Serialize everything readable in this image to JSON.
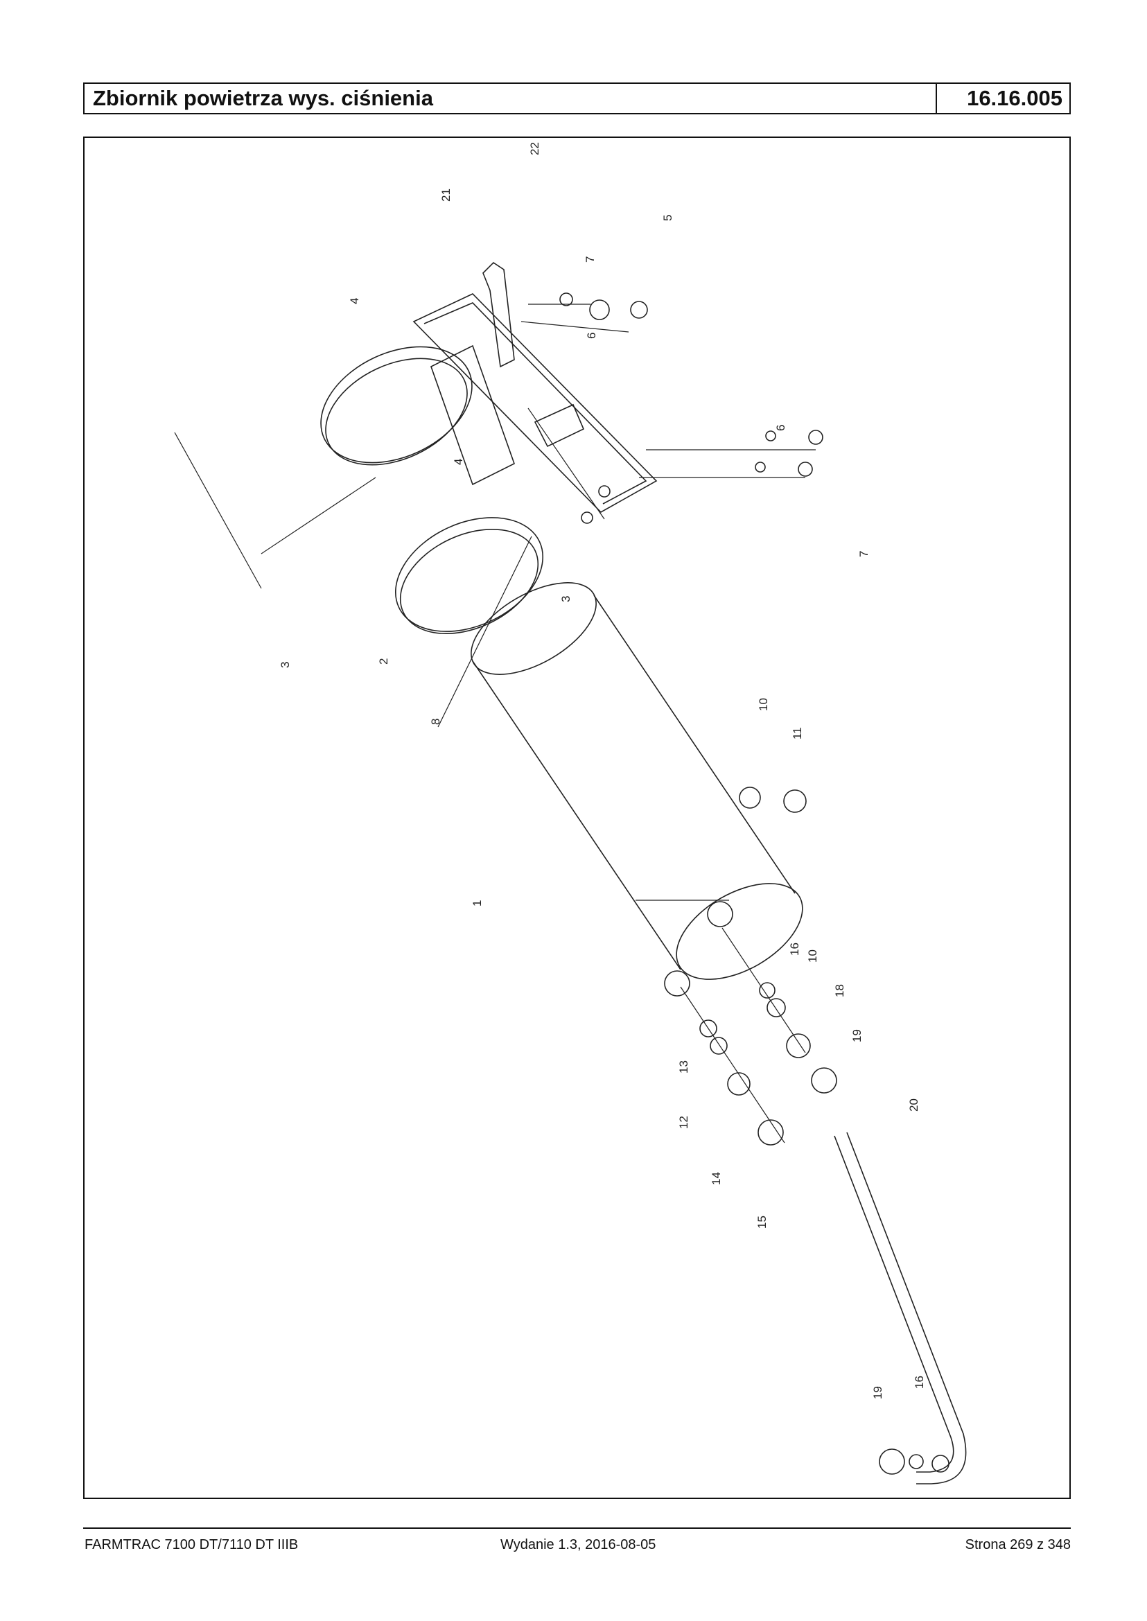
{
  "header": {
    "title": "Zbiornik powietrza wys. ciśnienia",
    "code": "16.16.005"
  },
  "diagram": {
    "callouts": [
      {
        "num": "1"
      },
      {
        "num": "2"
      },
      {
        "num": "3"
      },
      {
        "num": "3"
      },
      {
        "num": "4"
      },
      {
        "num": "4"
      },
      {
        "num": "5"
      },
      {
        "num": "6"
      },
      {
        "num": "6"
      },
      {
        "num": "7"
      },
      {
        "num": "7"
      },
      {
        "num": "8"
      },
      {
        "num": "10"
      },
      {
        "num": "10"
      },
      {
        "num": "11"
      },
      {
        "num": "12"
      },
      {
        "num": "13"
      },
      {
        "num": "14"
      },
      {
        "num": "15"
      },
      {
        "num": "16"
      },
      {
        "num": "16"
      },
      {
        "num": "18"
      },
      {
        "num": "19"
      },
      {
        "num": "19"
      },
      {
        "num": "20"
      },
      {
        "num": "21"
      },
      {
        "num": "22"
      }
    ]
  },
  "footer": {
    "left": "FARMTRAC 7100 DT/7110 DT IIIB",
    "center": "Wydanie 1.3,  2016-08-05",
    "right": "Strona 269 z 348"
  }
}
